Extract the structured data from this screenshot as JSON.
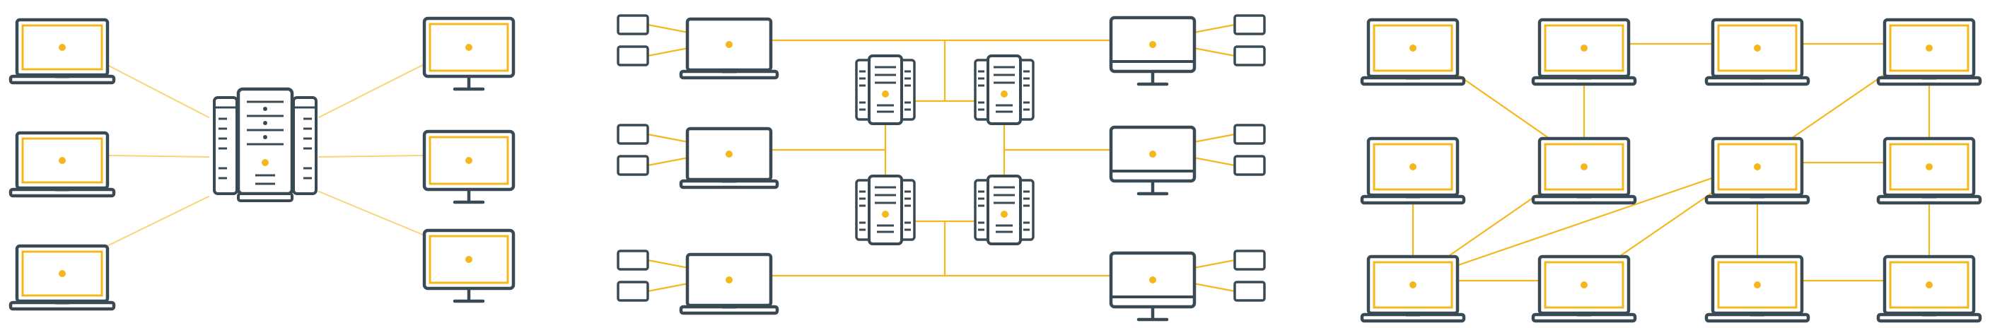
{
  "colors": {
    "stroke": "#3a4a55",
    "accent": "#f5b81c",
    "accent_light": "#f8d57a",
    "background": "#ffffff"
  },
  "panels": [
    {
      "name": "centralized-network",
      "hub_icon": "server-rack-icon",
      "left_devices": [
        "laptop-icon",
        "laptop-icon",
        "laptop-icon"
      ],
      "right_devices": [
        "monitor-icon",
        "monitor-icon",
        "monitor-icon"
      ]
    },
    {
      "name": "decentralized-network",
      "servers": [
        "server-tower-icon",
        "server-tower-icon",
        "server-tower-icon",
        "server-tower-icon"
      ],
      "left_devices": [
        "laptop-icon",
        "laptop-icon",
        "laptop-icon"
      ],
      "right_devices": [
        "monitor-icon",
        "monitor-icon",
        "monitor-icon"
      ],
      "client_boxes_per_device": 2
    },
    {
      "name": "distributed-network",
      "grid_rows": 3,
      "grid_cols": 4,
      "device_icon": "laptop-icon"
    }
  ]
}
